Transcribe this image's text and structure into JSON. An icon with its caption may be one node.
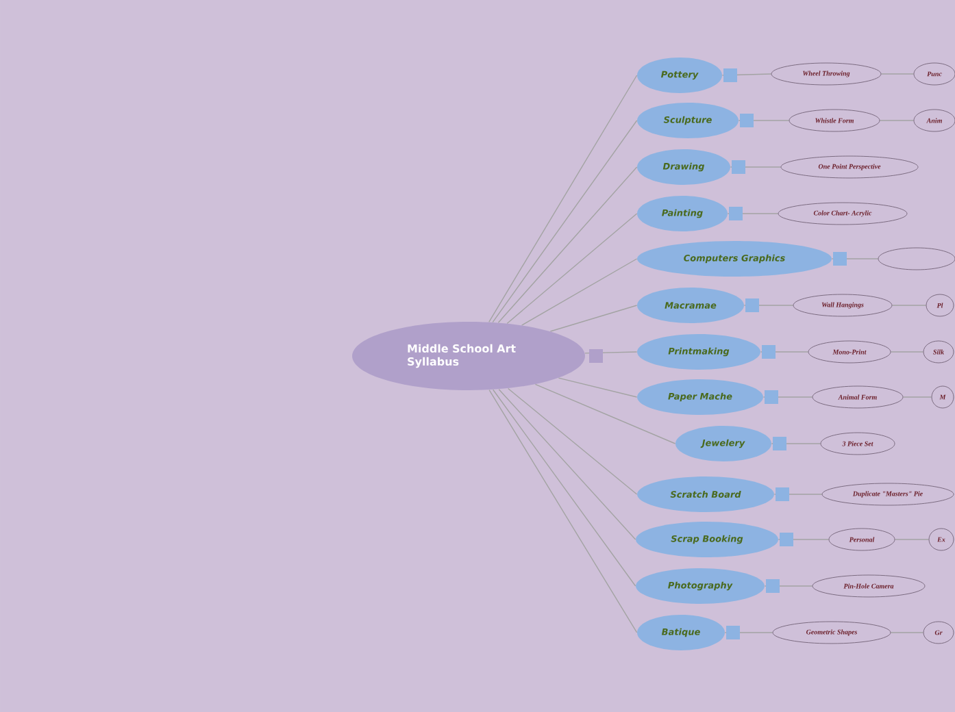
{
  "diagram": {
    "nodes": [
      {
        "text": [
          "Middle School Art Syllabus"
        ]
      },
      {
        "text": [
          "Pottery"
        ]
      },
      {
        "text": [
          "Wheel Throwing"
        ]
      },
      {
        "text": [
          "Punc"
        ]
      },
      {
        "text": [
          "Sculpture"
        ]
      },
      {
        "text": [
          "Whistle Form"
        ]
      },
      {
        "text": [
          "Anim"
        ]
      },
      {
        "text": [
          "Drawing"
        ]
      },
      {
        "text": [
          "One Point Perspective"
        ]
      },
      {
        "text": [
          "Painting"
        ]
      },
      {
        "text": [
          "Color Chart- Acrylic"
        ]
      },
      {
        "text": [
          "Computers Graphics"
        ]
      },
      {
        "text": [],
        "shape": "ellipse"
      },
      {
        "text": [
          "Macramae"
        ]
      },
      {
        "text": [
          "Wall Hangings"
        ]
      },
      {
        "text": [
          "Pl"
        ]
      },
      {
        "text": [
          "Printmaking"
        ]
      },
      {
        "text": [
          "Mono-Print"
        ]
      },
      {
        "text": [
          "Silk"
        ]
      },
      {
        "text": [
          "Paper Mache"
        ]
      },
      {
        "text": [
          "Animal Form"
        ]
      },
      {
        "text": [
          "M"
        ]
      },
      {
        "text": [
          "Jewelery"
        ]
      },
      {
        "text": [
          "3 Piece Set"
        ]
      },
      {
        "text": [
          "Scratch Board"
        ]
      },
      {
        "text": [
          "Duplicate \"Masters\" Pie"
        ]
      },
      {
        "text": [
          "Scrap Booking"
        ]
      },
      {
        "text": [
          "Personal"
        ]
      },
      {
        "text": [
          "Ex"
        ]
      },
      {
        "text": [
          "Photography"
        ]
      },
      {
        "text": [
          "Pin-Hole Camera"
        ]
      },
      {
        "text": [
          "Batique"
        ]
      },
      {
        "text": [
          "Geometric Shapes"
        ]
      },
      {
        "text": [
          "Gr"
        ]
      }
    ],
    "edges": [
      {
        "from": 0,
        "to": 1,
        "arrow": "none"
      },
      {
        "from": 1,
        "to": 2,
        "arrow": "none"
      },
      {
        "from": 2,
        "to": 3,
        "arrow": "none"
      },
      {
        "from": 0,
        "to": 4,
        "arrow": "none"
      },
      {
        "from": 4,
        "to": 5,
        "arrow": "none"
      },
      {
        "from": 5,
        "to": 6,
        "arrow": "none"
      },
      {
        "from": 0,
        "to": 7,
        "arrow": "none"
      },
      {
        "from": 7,
        "to": 8,
        "arrow": "none"
      },
      {
        "from": 0,
        "to": 9,
        "arrow": "none"
      },
      {
        "from": 9,
        "to": 10,
        "arrow": "none"
      },
      {
        "from": 0,
        "to": 11,
        "arrow": "none"
      },
      {
        "from": 11,
        "to": 12,
        "arrow": "none"
      },
      {
        "from": 0,
        "to": 13,
        "arrow": "none"
      },
      {
        "from": 13,
        "to": 14,
        "arrow": "none"
      },
      {
        "from": 14,
        "to": 15,
        "arrow": "none"
      },
      {
        "from": 0,
        "to": 16,
        "arrow": "none"
      },
      {
        "from": 16,
        "to": 17,
        "arrow": "none"
      },
      {
        "from": 17,
        "to": 18,
        "arrow": "none"
      },
      {
        "from": 0,
        "to": 19,
        "arrow": "none"
      },
      {
        "from": 19,
        "to": 20,
        "arrow": "none"
      },
      {
        "from": 20,
        "to": 21,
        "arrow": "none"
      },
      {
        "from": 0,
        "to": 22,
        "arrow": "none"
      },
      {
        "from": 22,
        "to": 23,
        "arrow": "none"
      },
      {
        "from": 0,
        "to": 24,
        "arrow": "none"
      },
      {
        "from": 24,
        "to": 25,
        "arrow": "none"
      },
      {
        "from": 0,
        "to": 26,
        "arrow": "none"
      },
      {
        "from": 26,
        "to": 27,
        "arrow": "none"
      },
      {
        "from": 27,
        "to": 28,
        "arrow": "none"
      },
      {
        "from": 0,
        "to": 29,
        "arrow": "none"
      },
      {
        "from": 29,
        "to": 30,
        "arrow": "none"
      },
      {
        "from": 0,
        "to": 31,
        "arrow": "none"
      },
      {
        "from": 31,
        "to": 32,
        "arrow": "none"
      },
      {
        "from": 32,
        "to": 33,
        "arrow": "none"
      }
    ]
  }
}
